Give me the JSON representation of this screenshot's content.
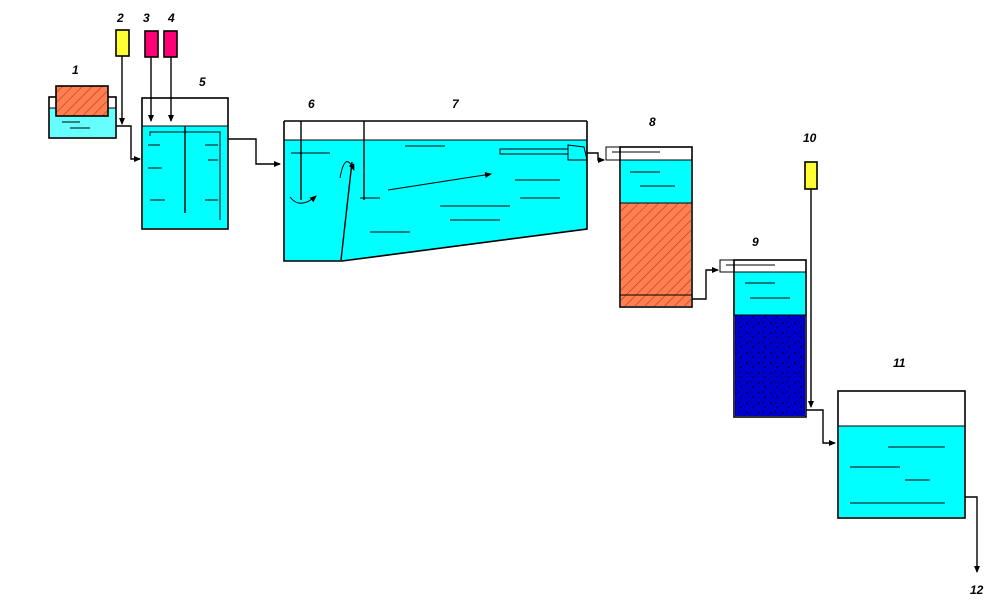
{
  "labels": {
    "n1": "1",
    "n2": "2",
    "n3": "3",
    "n4": "4",
    "n5": "5",
    "n6": "6",
    "n7": "7",
    "n8": "8",
    "n9": "9",
    "n10": "10",
    "n11": "11",
    "n12": "12"
  },
  "colors": {
    "water": "#00ffff",
    "water_light": "#66ffff",
    "sand": "#ff7f50",
    "sand_hatch": "#cc4422",
    "carbon": "#0000cc",
    "reagent_yellow": "#ffff33",
    "reagent_magenta": "#ff0077",
    "outline": "#000000"
  }
}
